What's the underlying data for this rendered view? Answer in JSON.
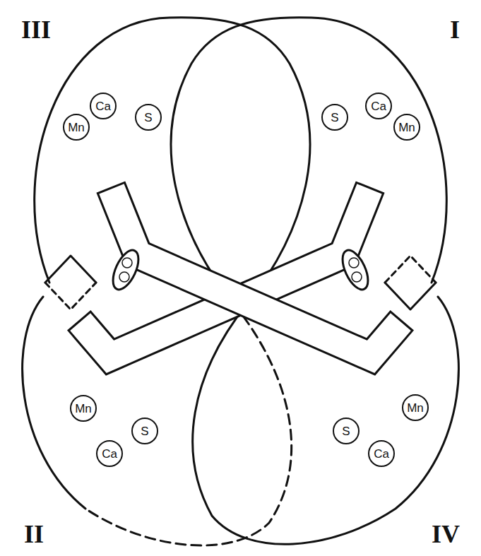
{
  "diagram": {
    "nodes": [
      {
        "text": [
          "Mn"
        ]
      },
      {
        "text": [
          "Ca"
        ]
      },
      {
        "text": [
          "S"
        ]
      },
      {
        "text": [
          "S"
        ]
      },
      {
        "text": [
          "Ca"
        ]
      },
      {
        "text": [
          "Mn"
        ]
      },
      {
        "text": [
          "Mn"
        ]
      },
      {
        "text": [
          "S"
        ]
      },
      {
        "text": [
          "Ca"
        ]
      },
      {
        "text": [
          "S"
        ]
      },
      {
        "text": [
          "Mn"
        ]
      },
      {
        "text": [
          "Ca"
        ]
      }
    ],
    "labels": [
      "III",
      "I",
      "II",
      "IV"
    ]
  }
}
